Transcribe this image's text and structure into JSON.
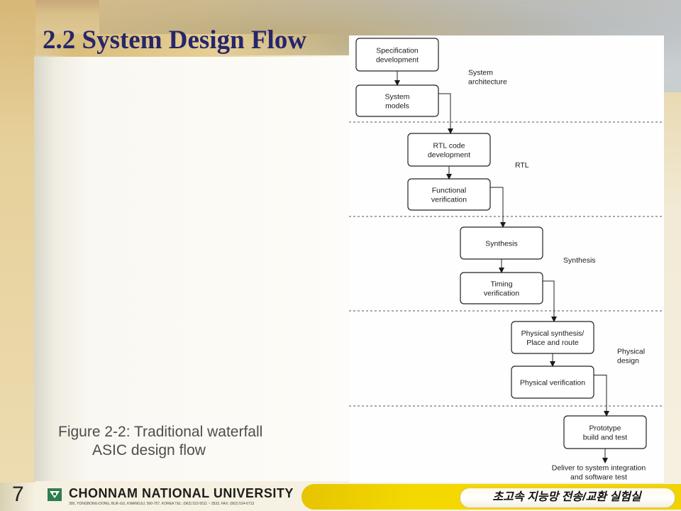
{
  "slide": {
    "title": "2.2 System Design Flow",
    "page_number": "7",
    "caption_line1": "Figure 2-2: Traditional waterfall",
    "caption_line2": "ASIC design flow"
  },
  "footer": {
    "university": "CHONNAM NATIONAL UNIVERSITY",
    "address": "300, YONGBONG-DONG, BUK-GU, KWANGJU, 500-757, KOREA  TEL: (062) 522-5511 ~ 3533, FAX: (062) 524-6713",
    "lab_name": "초고속 지능망 전송/교환 실험실"
  },
  "diagram": {
    "stages": [
      {
        "label_lines": [
          "Specification",
          "development"
        ]
      },
      {
        "label_lines": [
          "System",
          "models"
        ]
      },
      {
        "label_lines": [
          "RTL code",
          "development"
        ]
      },
      {
        "label_lines": [
          "Functional",
          "verification"
        ]
      },
      {
        "label_lines": [
          "Synthesis"
        ]
      },
      {
        "label_lines": [
          "Timing",
          "verification"
        ]
      },
      {
        "label_lines": [
          "Physical synthesis/",
          "Place and route"
        ]
      },
      {
        "label_lines": [
          "Physical verification"
        ]
      },
      {
        "label_lines": [
          "Prototype",
          "build and test"
        ]
      }
    ],
    "phase_labels": [
      {
        "lines": [
          "System",
          "architecture"
        ]
      },
      {
        "lines": [
          "RTL"
        ]
      },
      {
        "lines": [
          "Synthesis"
        ]
      },
      {
        "lines": [
          "Physical",
          "design"
        ]
      }
    ],
    "final_step_lines": [
      "Deliver to system integration",
      "and software test"
    ]
  },
  "colors": {
    "title": "#26266a",
    "caption": "#4d4d4d",
    "lab_bar": "#f0d300"
  }
}
